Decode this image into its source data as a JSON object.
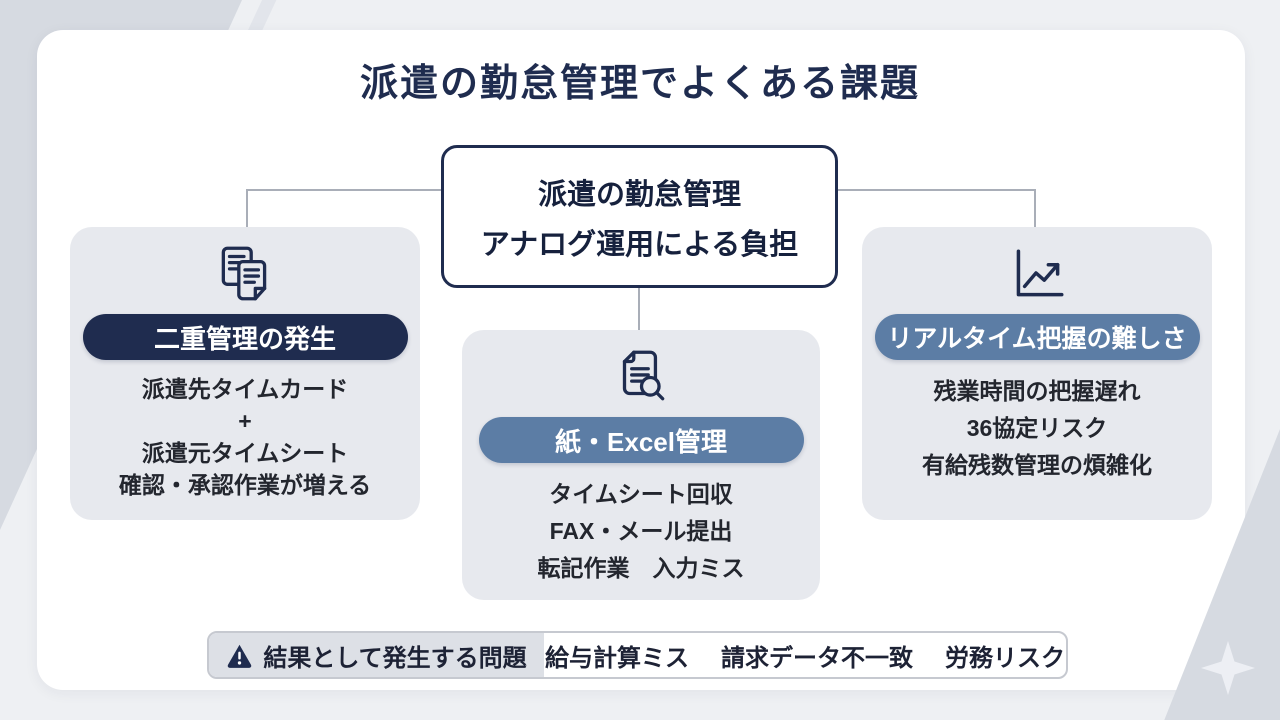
{
  "title": "派遣の勤怠管理でよくある課題",
  "root_box": {
    "line1": "派遣の勤怠管理",
    "line2": "アナログ運用による負担"
  },
  "cards": [
    {
      "icon": "documents-copy-icon",
      "pill": "二重管理の発生",
      "pill_color": "#1f2c4f",
      "lines": [
        "派遣先タイムカード",
        "+",
        "派遣元タイムシート",
        "確認・承認作業が増える"
      ]
    },
    {
      "icon": "document-search-icon",
      "pill": "紙・Excel管理",
      "pill_color": "#5c7da5",
      "lines": [
        "タイムシート回収",
        "FAX・メール提出",
        "転記作業　入力ミス"
      ]
    },
    {
      "icon": "chart-growth-icon",
      "pill": "リアルタイム把握の難しさ",
      "pill_color": "#5c7da5",
      "lines": [
        "残業時間の把握遅れ",
        "36協定リスク",
        "有給残数管理の煩雑化"
      ]
    }
  ],
  "footer": {
    "label": "結果として発生する問題",
    "items": [
      "給与計算ミス",
      "請求データ不一致",
      "労務リスク"
    ]
  },
  "colors": {
    "navy": "#1f2c4f",
    "steel_blue": "#5c7da5",
    "panel_bg": "#e7e9ee",
    "page_bg": "#eef0f3",
    "deco_gray": "#d6dae1"
  }
}
